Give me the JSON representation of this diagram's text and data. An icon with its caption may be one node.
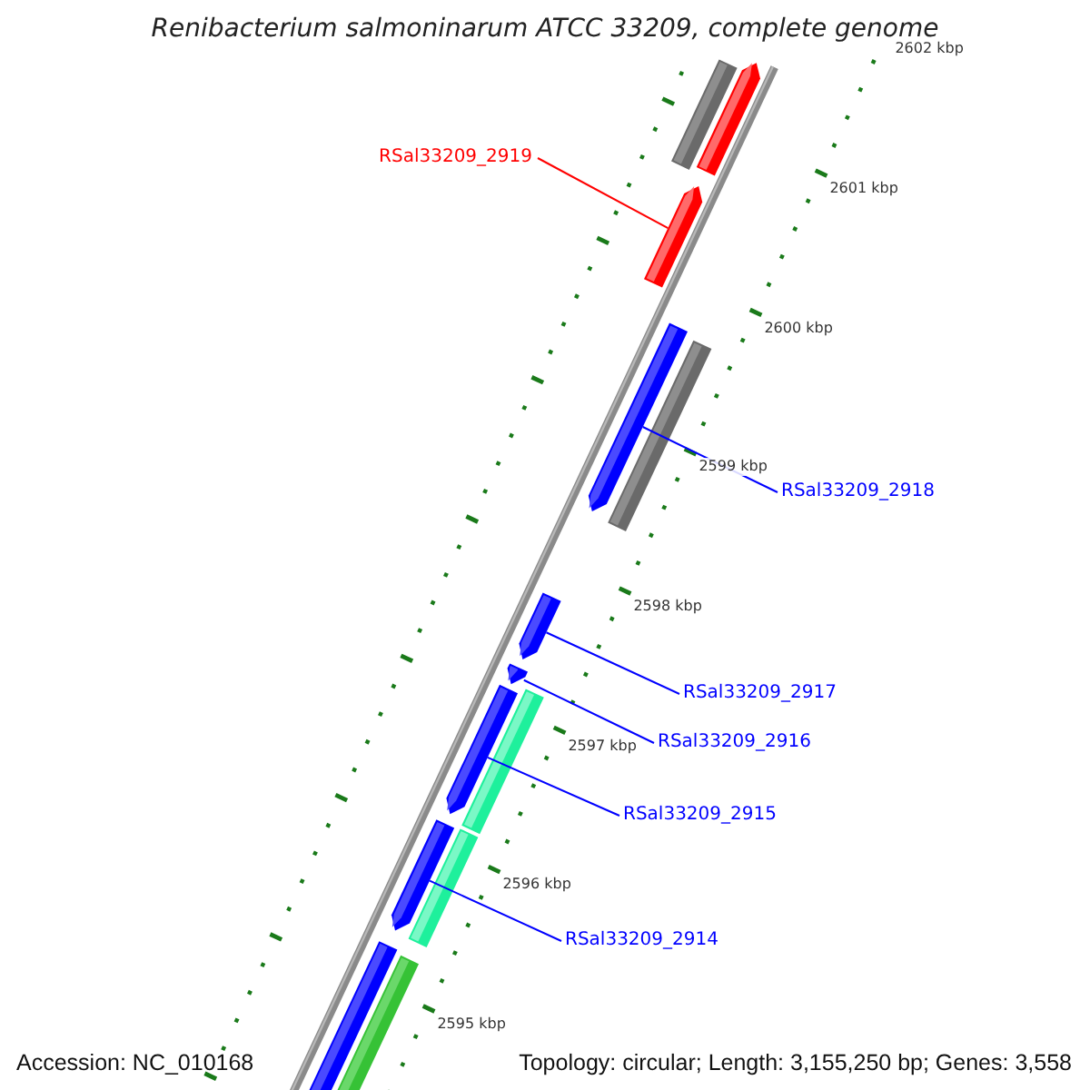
{
  "diagram": {
    "title": "Renibacterium salmoninarum ATCC 33209, complete genome",
    "nodes": [
      {
        "text": [
          "RSal33209_2919"
        ]
      },
      {
        "text": [],
        "shape": "arrow"
      },
      {
        "text": [
          "RSal33209_2918"
        ]
      },
      {
        "text": [],
        "shape": "arrow"
      },
      {
        "text": [
          "RSal33209_2917"
        ]
      },
      {
        "text": [],
        "shape": "arrow"
      },
      {
        "text": [
          "RSal33209_2916"
        ]
      },
      {
        "text": [],
        "shape": "arrow"
      },
      {
        "text": [
          "RSal33209_2915"
        ]
      },
      {
        "text": [],
        "shape": "arrow"
      },
      {
        "text": [
          "RSal33209_2914"
        ]
      },
      {
        "text": [],
        "shape": "arrow"
      },
      {
        "text": [],
        "shape": "arrow"
      },
      {
        "text": [],
        "shape": "bar"
      },
      {
        "text": [],
        "shape": "bar"
      },
      {
        "text": [],
        "shape": "bar"
      },
      {
        "text": [],
        "shape": "bar"
      },
      {
        "text": [],
        "shape": "arrow"
      },
      {
        "text": [],
        "shape": "bar"
      }
    ],
    "edges": [
      {
        "from": 0,
        "to": 1,
        "arrow": "none",
        "color": "#ff0000"
      },
      {
        "from": 2,
        "to": 3,
        "arrow": "none"
      },
      {
        "from": 4,
        "to": 5,
        "arrow": "none"
      },
      {
        "from": 6,
        "to": 7,
        "arrow": "none"
      },
      {
        "from": 8,
        "to": 9,
        "arrow": "none"
      },
      {
        "from": 10,
        "to": 11,
        "arrow": "none"
      }
    ],
    "labels": [
      "2602 kbp",
      "2601 kbp",
      "2600 kbp",
      "2599 kbp",
      "2598 kbp",
      "2597 kbp",
      "2596 kbp",
      "2595 kbp",
      "Accession: NC_010168",
      "Topology: circular; Length: 3,155,250 bp; Genes: 3,558"
    ]
  }
}
